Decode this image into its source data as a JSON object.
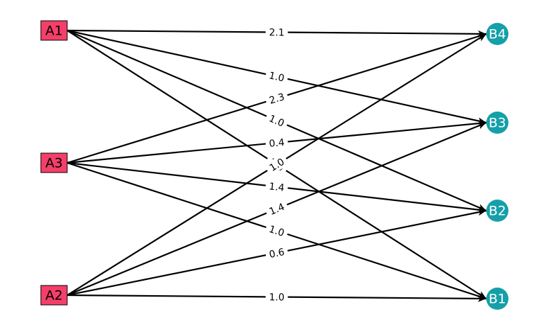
{
  "diagram": {
    "type": "bipartite-flow-graph",
    "colors": {
      "source_node": "#f43f6a",
      "target_node": "#159fa8",
      "edge": "#000000",
      "background": "#ffffff"
    },
    "source_nodes": [
      {
        "id": "A1",
        "label": "A1"
      },
      {
        "id": "A3",
        "label": "A3"
      },
      {
        "id": "A2",
        "label": "A2"
      }
    ],
    "target_nodes": [
      {
        "id": "B4",
        "label": "B4"
      },
      {
        "id": "B3",
        "label": "B3"
      },
      {
        "id": "B2",
        "label": "B2"
      },
      {
        "id": "B1",
        "label": "B1"
      }
    ],
    "edges": [
      {
        "from": "A1",
        "to": "B4",
        "label": "2.1"
      },
      {
        "from": "A1",
        "to": "B3",
        "label": "1.0"
      },
      {
        "from": "A1",
        "to": "B2",
        "label": "1.0"
      },
      {
        "from": "A1",
        "to": "B1",
        "label": "1.0"
      },
      {
        "from": "A3",
        "to": "B4",
        "label": "2.3"
      },
      {
        "from": "A3",
        "to": "B3",
        "label": "0.4"
      },
      {
        "from": "A3",
        "to": "B2",
        "label": "1.4"
      },
      {
        "from": "A3",
        "to": "B1",
        "label": "1.0"
      },
      {
        "from": "A2",
        "to": "B4",
        "label": "1.0"
      },
      {
        "from": "A2",
        "to": "B3",
        "label": "1.4"
      },
      {
        "from": "A2",
        "to": "B2",
        "label": "0.6"
      },
      {
        "from": "A2",
        "to": "B1",
        "label": "1.0"
      }
    ]
  }
}
